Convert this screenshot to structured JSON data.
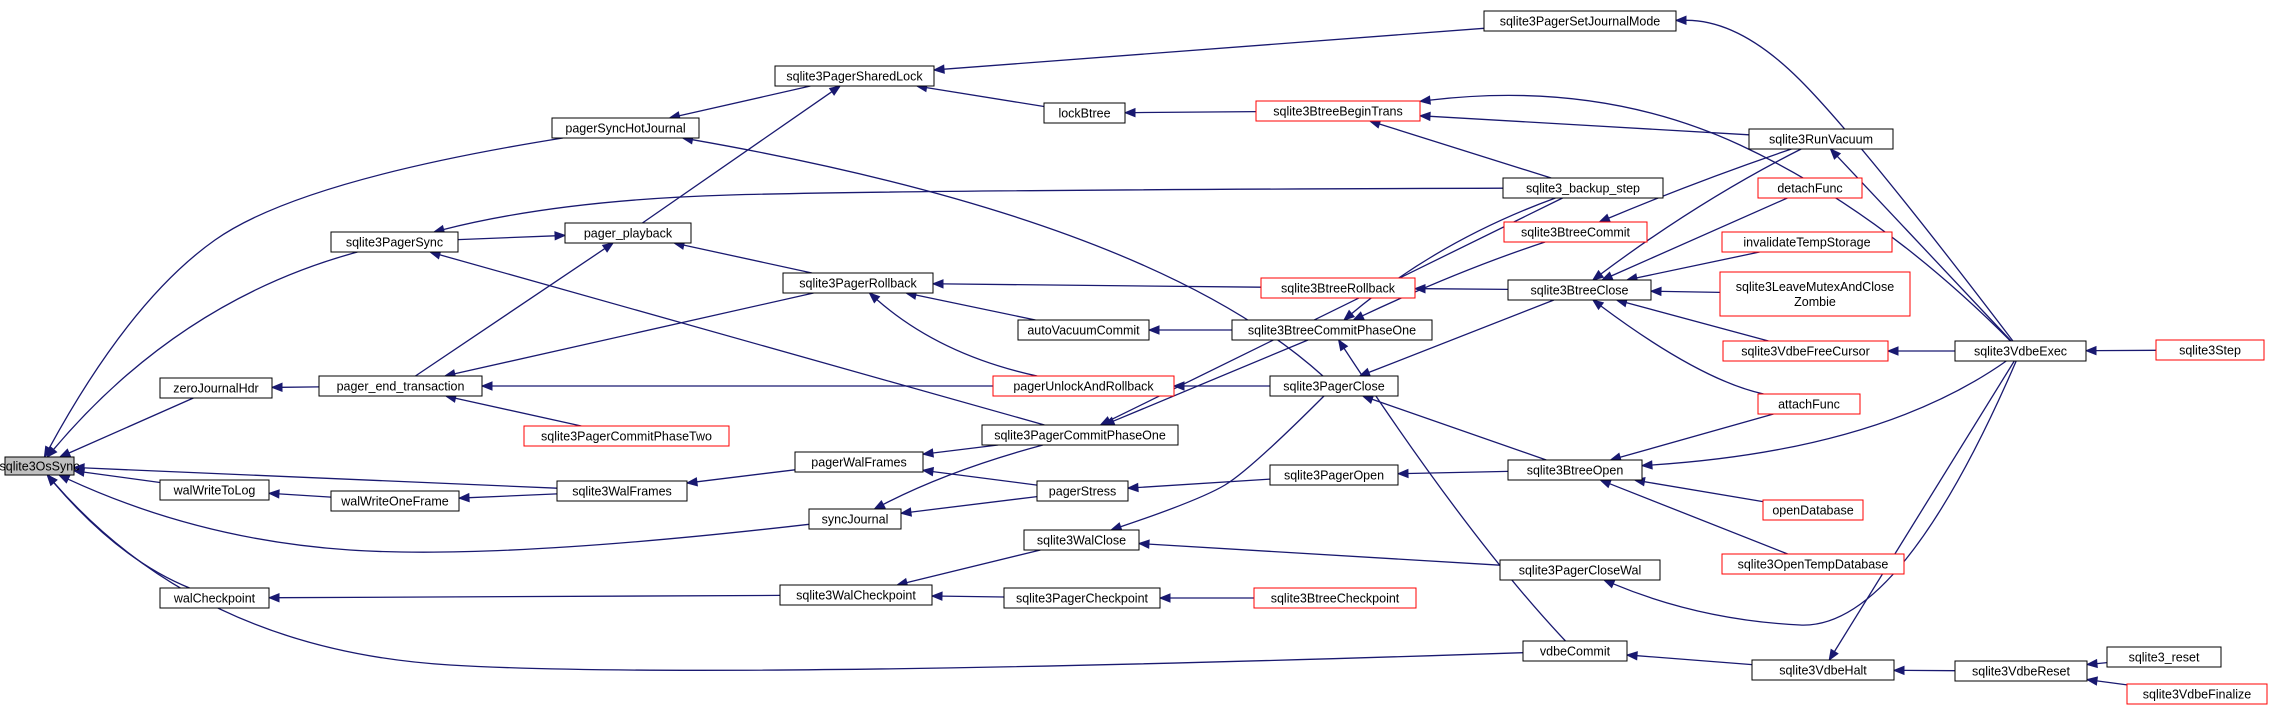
{
  "colors": {
    "edge": "#191970",
    "node_border": "#000000",
    "node_border_incomplete": "#ff0000",
    "root_fill": "#bfbfbf"
  },
  "nodes": [
    {
      "id": "sqlite3OsSync",
      "label": "sqlite3OsSync",
      "root": true
    },
    {
      "id": "pagerSyncHotJournal",
      "label": "pagerSyncHotJournal"
    },
    {
      "id": "sqlite3PagerSync",
      "label": "sqlite3PagerSync"
    },
    {
      "id": "zeroJournalHdr",
      "label": "zeroJournalHdr"
    },
    {
      "id": "walWriteToLog",
      "label": "walWriteToLog"
    },
    {
      "id": "walCheckpoint",
      "label": "walCheckpoint"
    },
    {
      "id": "sqlite3PagerSharedLock",
      "label": "sqlite3PagerSharedLock"
    },
    {
      "id": "pager_playback",
      "label": "pager_playback"
    },
    {
      "id": "pager_end_transaction",
      "label": "pager_end_transaction"
    },
    {
      "id": "sqlite3PagerCommitPhaseTwo",
      "label": "sqlite3PagerCommitPhaseTwo",
      "red": true
    },
    {
      "id": "walWriteOneFrame",
      "label": "walWriteOneFrame"
    },
    {
      "id": "sqlite3WalFrames",
      "label": "sqlite3WalFrames"
    },
    {
      "id": "sqlite3PagerSetJournalMode",
      "label": "sqlite3PagerSetJournalMode"
    },
    {
      "id": "lockBtree",
      "label": "lockBtree"
    },
    {
      "id": "sqlite3PagerRollback",
      "label": "sqlite3PagerRollback"
    },
    {
      "id": "autoVacuumCommit",
      "label": "autoVacuumCommit"
    },
    {
      "id": "pagerUnlockAndRollback",
      "label": "pagerUnlockAndRollback",
      "red": true
    },
    {
      "id": "sqlite3PagerCommitPhaseOne",
      "label": "sqlite3PagerCommitPhaseOne"
    },
    {
      "id": "pagerWalFrames",
      "label": "pagerWalFrames"
    },
    {
      "id": "pagerStress",
      "label": "pagerStress"
    },
    {
      "id": "syncJournal",
      "label": "syncJournal"
    },
    {
      "id": "sqlite3WalClose",
      "label": "sqlite3WalClose"
    },
    {
      "id": "sqlite3WalCheckpoint",
      "label": "sqlite3WalCheckpoint"
    },
    {
      "id": "sqlite3PagerCheckpoint",
      "label": "sqlite3PagerCheckpoint"
    },
    {
      "id": "sqlite3BtreeBeginTrans",
      "label": "sqlite3BtreeBeginTrans",
      "red": true
    },
    {
      "id": "sqlite3BtreeRollback",
      "label": "sqlite3BtreeRollback",
      "red": true
    },
    {
      "id": "sqlite3BtreeCommitPhaseOne",
      "label": "sqlite3BtreeCommitPhaseOne"
    },
    {
      "id": "sqlite3PagerClose",
      "label": "sqlite3PagerClose"
    },
    {
      "id": "sqlite3PagerOpen",
      "label": "sqlite3PagerOpen"
    },
    {
      "id": "sqlite3BtreeCheckpoint",
      "label": "sqlite3BtreeCheckpoint",
      "red": true
    },
    {
      "id": "sqlite3_backup_step",
      "label": "sqlite3_backup_step"
    },
    {
      "id": "sqlite3BtreeCommit",
      "label": "sqlite3BtreeCommit",
      "red": true
    },
    {
      "id": "sqlite3BtreeClose",
      "label": "sqlite3BtreeClose"
    },
    {
      "id": "sqlite3BtreeOpen",
      "label": "sqlite3BtreeOpen"
    },
    {
      "id": "sqlite3PagerCloseWal",
      "label": "sqlite3PagerCloseWal"
    },
    {
      "id": "vdbeCommit",
      "label": "vdbeCommit"
    },
    {
      "id": "sqlite3RunVacuum",
      "label": "sqlite3RunVacuum"
    },
    {
      "id": "detachFunc",
      "label": "detachFunc",
      "red": true
    },
    {
      "id": "invalidateTempStorage",
      "label": "invalidateTempStorage",
      "red": true
    },
    {
      "id": "sqlite3LeaveMutexAndCloseZombie",
      "label": "sqlite3LeaveMutexAndClose",
      "label2": "Zombie",
      "red": true
    },
    {
      "id": "sqlite3VdbeFreeCursor",
      "label": "sqlite3VdbeFreeCursor",
      "red": true
    },
    {
      "id": "attachFunc",
      "label": "attachFunc",
      "red": true
    },
    {
      "id": "openDatabase",
      "label": "openDatabase",
      "red": true
    },
    {
      "id": "sqlite3OpenTempDatabase",
      "label": "sqlite3OpenTempDatabase",
      "red": true
    },
    {
      "id": "sqlite3VdbeHalt",
      "label": "sqlite3VdbeHalt"
    },
    {
      "id": "sqlite3VdbeExec",
      "label": "sqlite3VdbeExec"
    },
    {
      "id": "sqlite3VdbeReset",
      "label": "sqlite3VdbeReset"
    },
    {
      "id": "sqlite3Step",
      "label": "sqlite3Step",
      "red": true
    },
    {
      "id": "sqlite3_reset",
      "label": "sqlite3_reset"
    },
    {
      "id": "sqlite3VdbeFinalize",
      "label": "sqlite3VdbeFinalize",
      "red": true
    }
  ],
  "edges": [
    [
      "pagerSyncHotJournal",
      "sqlite3OsSync"
    ],
    [
      "sqlite3PagerSync",
      "sqlite3OsSync"
    ],
    [
      "zeroJournalHdr",
      "sqlite3OsSync"
    ],
    [
      "walWriteToLog",
      "sqlite3OsSync"
    ],
    [
      "walCheckpoint",
      "sqlite3OsSync"
    ],
    [
      "sqlite3WalFrames",
      "sqlite3OsSync"
    ],
    [
      "syncJournal",
      "sqlite3OsSync"
    ],
    [
      "vdbeCommit",
      "sqlite3OsSync"
    ],
    [
      "sqlite3PagerSharedLock",
      "pagerSyncHotJournal"
    ],
    [
      "sqlite3PagerClose",
      "pagerSyncHotJournal"
    ],
    [
      "pager_playback",
      "sqlite3PagerSharedLock"
    ],
    [
      "sqlite3PagerSetJournalMode",
      "sqlite3PagerSharedLock"
    ],
    [
      "lockBtree",
      "sqlite3PagerSharedLock"
    ],
    [
      "sqlite3BtreeBeginTrans",
      "lockBtree"
    ],
    [
      "sqlite3_backup_step",
      "sqlite3PagerSync"
    ],
    [
      "sqlite3PagerCommitPhaseOne",
      "sqlite3PagerSync"
    ],
    [
      "pager_end_transaction",
      "pager_playback"
    ],
    [
      "sqlite3PagerSync",
      "pager_playback"
    ],
    [
      "sqlite3PagerRollback",
      "pager_playback"
    ],
    [
      "pager_end_transaction",
      "zeroJournalHdr"
    ],
    [
      "sqlite3PagerRollback",
      "pager_end_transaction"
    ],
    [
      "pagerUnlockAndRollback",
      "pager_end_transaction"
    ],
    [
      "sqlite3PagerCommitPhaseTwo",
      "pager_end_transaction"
    ],
    [
      "walWriteOneFrame",
      "walWriteToLog"
    ],
    [
      "sqlite3WalFrames",
      "walWriteOneFrame"
    ],
    [
      "pagerWalFrames",
      "sqlite3WalFrames"
    ],
    [
      "sqlite3WalCheckpoint",
      "walCheckpoint"
    ],
    [
      "sqlite3BtreeRollback",
      "sqlite3PagerRollback"
    ],
    [
      "autoVacuumCommit",
      "sqlite3PagerRollback"
    ],
    [
      "pagerUnlockAndRollback",
      "sqlite3PagerRollback"
    ],
    [
      "sqlite3BtreeCommitPhaseOne",
      "autoVacuumCommit"
    ],
    [
      "sqlite3PagerClose",
      "pagerUnlockAndRollback"
    ],
    [
      "sqlite3BtreeCommitPhaseOne",
      "sqlite3PagerCommitPhaseOne"
    ],
    [
      "sqlite3_backup_step",
      "sqlite3PagerCommitPhaseOne"
    ],
    [
      "sqlite3PagerCommitPhaseOne",
      "pagerWalFrames"
    ],
    [
      "pagerStress",
      "pagerWalFrames"
    ],
    [
      "sqlite3PagerCommitPhaseOne",
      "syncJournal"
    ],
    [
      "pagerStress",
      "syncJournal"
    ],
    [
      "sqlite3PagerOpen",
      "pagerStress"
    ],
    [
      "sqlite3PagerClose",
      "sqlite3WalClose"
    ],
    [
      "sqlite3PagerCloseWal",
      "sqlite3WalClose"
    ],
    [
      "sqlite3WalClose",
      "sqlite3WalCheckpoint"
    ],
    [
      "sqlite3PagerCheckpoint",
      "sqlite3WalCheckpoint"
    ],
    [
      "sqlite3BtreeCheckpoint",
      "sqlite3PagerCheckpoint"
    ],
    [
      "sqlite3_backup_step",
      "sqlite3BtreeBeginTrans"
    ],
    [
      "sqlite3RunVacuum",
      "sqlite3BtreeBeginTrans"
    ],
    [
      "sqlite3VdbeExec",
      "sqlite3BtreeBeginTrans"
    ],
    [
      "sqlite3BtreeClose",
      "sqlite3BtreeRollback"
    ],
    [
      "sqlite3BtreeCommit",
      "sqlite3BtreeCommitPhaseOne"
    ],
    [
      "sqlite3_backup_step",
      "sqlite3BtreeCommitPhaseOne"
    ],
    [
      "vdbeCommit",
      "sqlite3BtreeCommitPhaseOne"
    ],
    [
      "sqlite3BtreeClose",
      "sqlite3PagerClose"
    ],
    [
      "sqlite3BtreeOpen",
      "sqlite3PagerClose"
    ],
    [
      "sqlite3BtreeOpen",
      "sqlite3PagerOpen"
    ],
    [
      "sqlite3RunVacuum",
      "sqlite3BtreeCommit"
    ],
    [
      "sqlite3RunVacuum",
      "sqlite3BtreeClose"
    ],
    [
      "detachFunc",
      "sqlite3BtreeClose"
    ],
    [
      "invalidateTempStorage",
      "sqlite3BtreeClose"
    ],
    [
      "sqlite3LeaveMutexAndCloseZombie",
      "sqlite3BtreeClose"
    ],
    [
      "sqlite3VdbeFreeCursor",
      "sqlite3BtreeClose"
    ],
    [
      "attachFunc",
      "sqlite3BtreeClose"
    ],
    [
      "attachFunc",
      "sqlite3BtreeOpen"
    ],
    [
      "openDatabase",
      "sqlite3BtreeOpen"
    ],
    [
      "sqlite3OpenTempDatabase",
      "sqlite3BtreeOpen"
    ],
    [
      "sqlite3VdbeExec",
      "sqlite3BtreeOpen"
    ],
    [
      "sqlite3VdbeExec",
      "sqlite3PagerCloseWal"
    ],
    [
      "sqlite3VdbeHalt",
      "vdbeCommit"
    ],
    [
      "sqlite3VdbeExec",
      "sqlite3RunVacuum"
    ],
    [
      "sqlite3VdbeExec",
      "sqlite3PagerSetJournalMode"
    ],
    [
      "sqlite3VdbeExec",
      "sqlite3VdbeFreeCursor"
    ],
    [
      "sqlite3VdbeExec",
      "sqlite3VdbeHalt"
    ],
    [
      "sqlite3VdbeReset",
      "sqlite3VdbeHalt"
    ],
    [
      "sqlite3Step",
      "sqlite3VdbeExec"
    ],
    [
      "sqlite3_reset",
      "sqlite3VdbeReset"
    ],
    [
      "sqlite3VdbeFinalize",
      "sqlite3VdbeReset"
    ]
  ]
}
